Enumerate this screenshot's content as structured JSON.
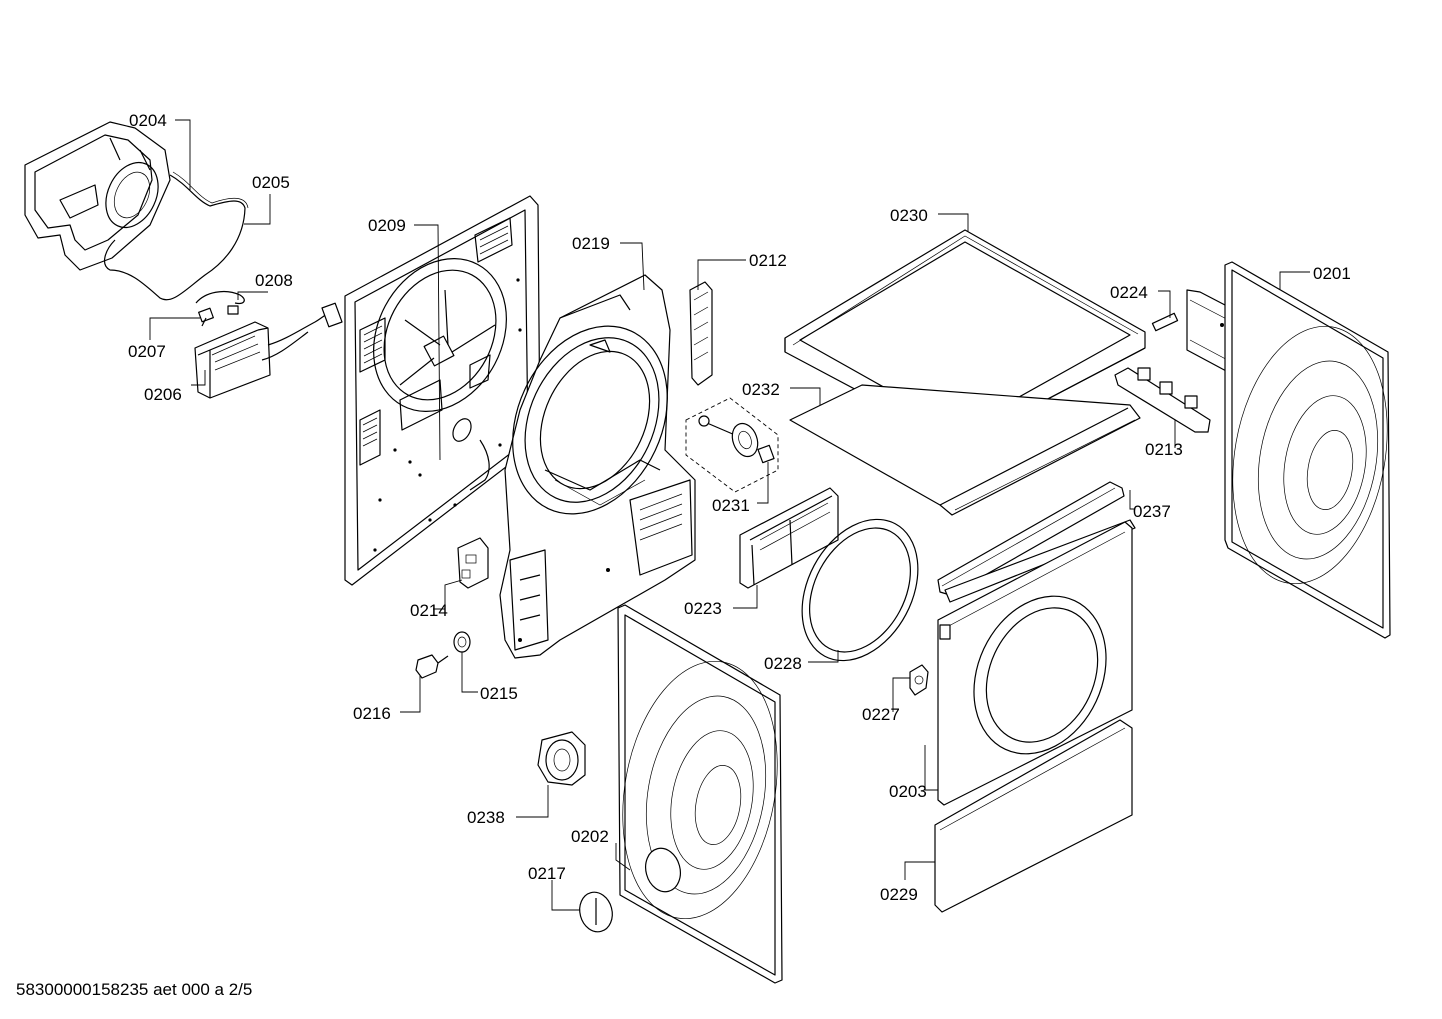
{
  "footer": {
    "document_id": "58300000158235 aet 000 a 2/5"
  },
  "parts": [
    {
      "id": "0204",
      "label": "0204"
    },
    {
      "id": "0205",
      "label": "0205"
    },
    {
      "id": "0208",
      "label": "0208"
    },
    {
      "id": "0207",
      "label": "0207"
    },
    {
      "id": "0206",
      "label": "0206"
    },
    {
      "id": "0209",
      "label": "0209"
    },
    {
      "id": "0219",
      "label": "0219"
    },
    {
      "id": "0212",
      "label": "0212"
    },
    {
      "id": "0230",
      "label": "0230"
    },
    {
      "id": "0224",
      "label": "0224"
    },
    {
      "id": "0201",
      "label": "0201"
    },
    {
      "id": "0232",
      "label": "0232"
    },
    {
      "id": "0213",
      "label": "0213"
    },
    {
      "id": "0231",
      "label": "0231"
    },
    {
      "id": "0237",
      "label": "0237"
    },
    {
      "id": "0214",
      "label": "0214"
    },
    {
      "id": "0223",
      "label": "0223"
    },
    {
      "id": "0228",
      "label": "0228"
    },
    {
      "id": "0227",
      "label": "0227"
    },
    {
      "id": "0216",
      "label": "0216"
    },
    {
      "id": "0215",
      "label": "0215"
    },
    {
      "id": "0203",
      "label": "0203"
    },
    {
      "id": "0238",
      "label": "0238"
    },
    {
      "id": "0202",
      "label": "0202"
    },
    {
      "id": "0217",
      "label": "0217"
    },
    {
      "id": "0229",
      "label": "0229"
    }
  ]
}
